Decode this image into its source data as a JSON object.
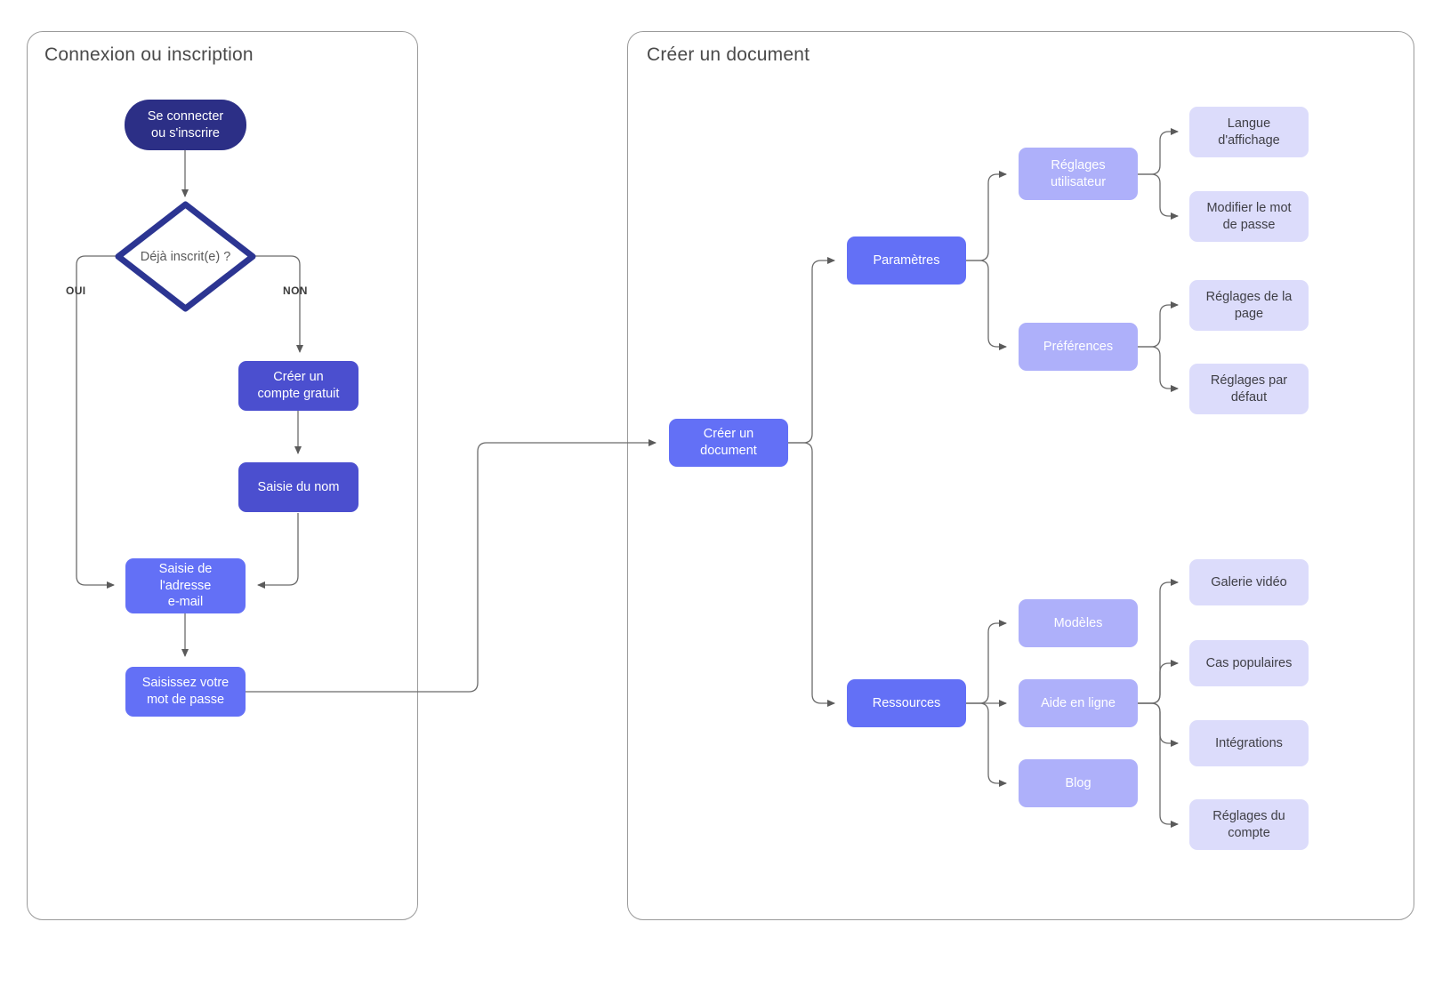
{
  "diagram": {
    "title_left": "Connexion ou inscription",
    "title_right": "Créer un document",
    "colors": {
      "start_node": "#2c2f86",
      "process_node": "#4346b5",
      "process_node_alt": "#4b4fcf",
      "bright_node": "#6370f6",
      "mid_node": "#aeb0fa",
      "light_node": "#dcdcfb",
      "edge": "#6b6b6b",
      "panel_border": "#9a9a9a",
      "title_text": "#4a4a4a"
    }
  },
  "panels": [
    {
      "name": "login-panel",
      "title": "Connexion ou inscription"
    },
    {
      "name": "create-document-panel",
      "title": "Créer un document"
    }
  ],
  "left_flow": {
    "start": "Se connecter\nou s'inscrire",
    "start_line1": "Se connecter",
    "start_line2": "ou s'inscrire",
    "decision": "Déjà inscrit(e) ?",
    "branch_yes": "OUI",
    "branch_no": "NON",
    "create_account_line1": "Créer un",
    "create_account_line2": "compte gratuit",
    "name_entry": "Saisie du nom",
    "email_line1": "Saisie de",
    "email_line2": "l'adresse",
    "email_line3": "e-mail",
    "password_line1": "Saisissez votre",
    "password_line2": "mot de passe"
  },
  "right_flow": {
    "root_line1": "Créer un",
    "root_line2": "document",
    "settings": "Paramètres",
    "user_settings_line1": "Réglages",
    "user_settings_line2": "utilisateur",
    "preferences": "Préférences",
    "display_language_line1": "Langue",
    "display_language_line2": "d'affichage",
    "change_password_line1": "Modifier le mot",
    "change_password_line2": "de passe",
    "page_settings_line1": "Réglages de la",
    "page_settings_line2": "page",
    "default_settings_line1": "Réglages par",
    "default_settings_line2": "défaut",
    "resources": "Ressources",
    "templates": "Modèles",
    "online_help": "Aide en ligne",
    "blog": "Blog",
    "video_gallery": "Galerie vidéo",
    "popular_cases": "Cas populaires",
    "integrations": "Intégrations",
    "account_settings_line1": "Réglages du",
    "account_settings_line2": "compte"
  }
}
